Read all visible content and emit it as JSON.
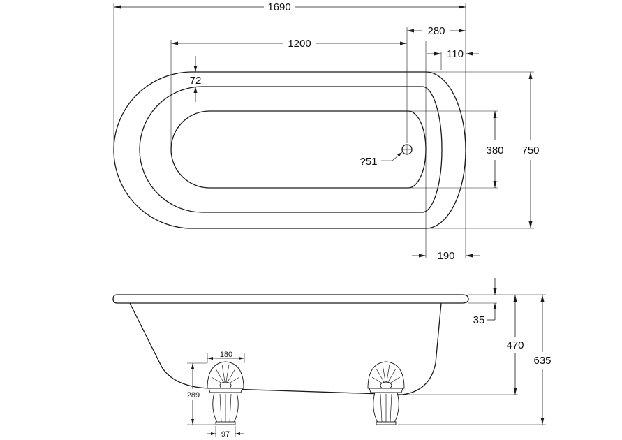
{
  "top_view": {
    "overall_length": "1690",
    "basin_length": "1200",
    "drain_offset": "280",
    "rim_offset": "110",
    "rim_width": "72",
    "drain_diameter": "?51",
    "basin_width": "380",
    "overall_width": "750",
    "end_offset": "190"
  },
  "side_view": {
    "rim_thickness": "35",
    "tub_depth": "470",
    "overall_height": "635",
    "foot_width": "180",
    "foot_height": "289",
    "foot_base_width": "97"
  }
}
